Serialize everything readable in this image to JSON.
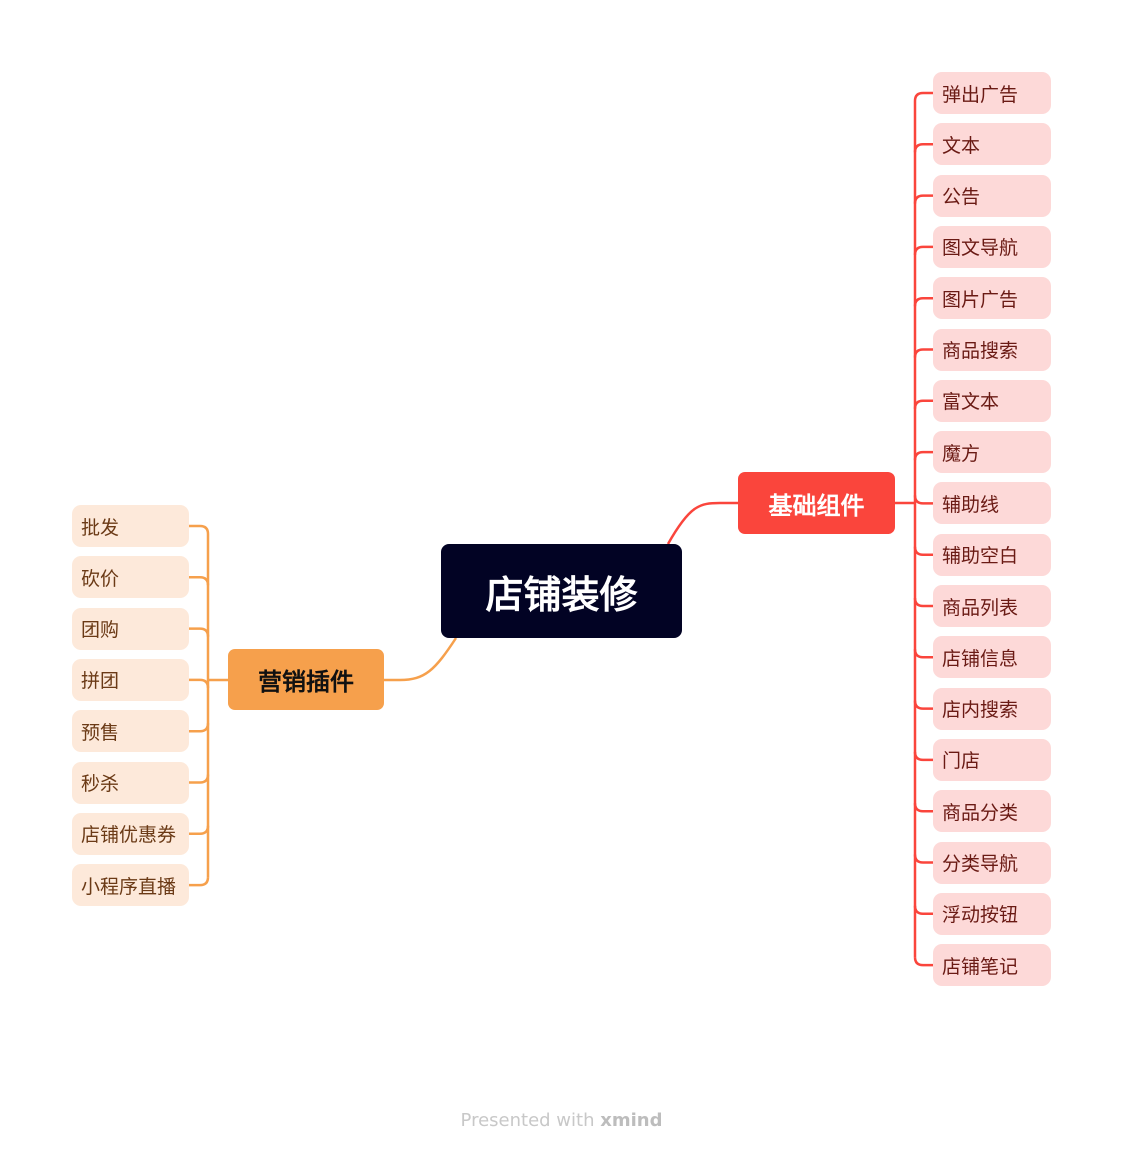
{
  "root": {
    "label": "店铺装修"
  },
  "branches": {
    "basic": {
      "label": "基础组件",
      "color": "#fa453c",
      "items": [
        "弹出广告",
        "文本",
        "公告",
        "图文导航",
        "图片广告",
        "商品搜索",
        "富文本",
        "魔方",
        "辅助线",
        "辅助空白",
        "商品列表",
        "店铺信息",
        "店内搜索",
        "门店",
        "商品分类",
        "分类导航",
        "浮动按钮",
        "店铺笔记"
      ]
    },
    "marketing": {
      "label": "营销插件",
      "color": "#f6a04c",
      "items": [
        "批发",
        "砍价",
        "团购",
        "拼团",
        "预售",
        "秒杀",
        "店铺优惠券",
        "小程序直播"
      ]
    }
  },
  "footer": {
    "prefix": "Presented with",
    "brand": "xmind"
  }
}
